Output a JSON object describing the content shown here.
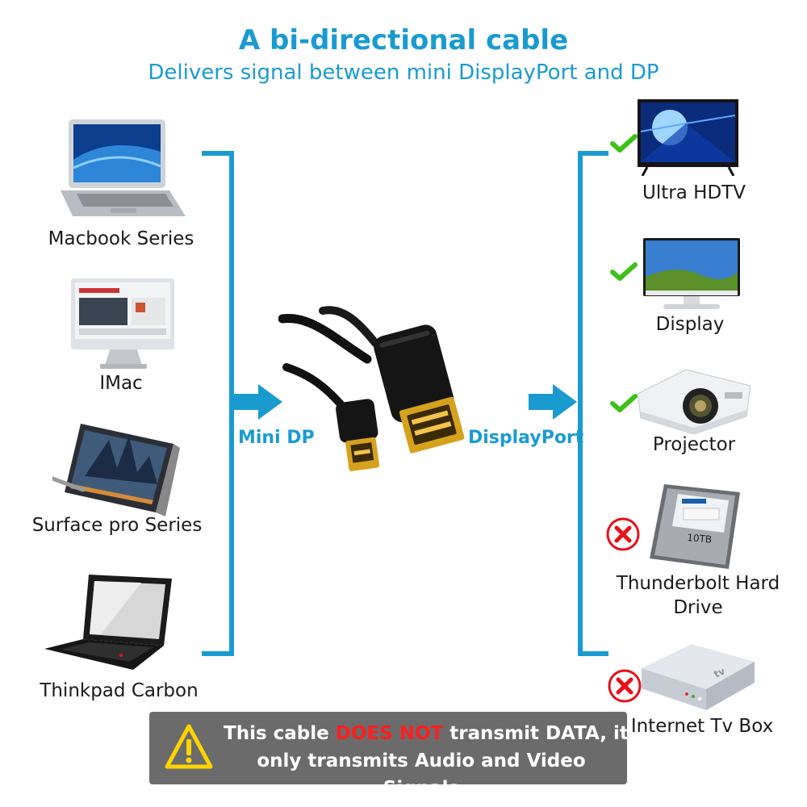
{
  "header": {
    "title": "A bi-directional cable",
    "subtitle": "Delivers signal between mini DisplayPort and DP"
  },
  "left_devices": [
    {
      "label": "Macbook Series",
      "icon": "laptop-icon"
    },
    {
      "label": "IMac",
      "icon": "imac-icon"
    },
    {
      "label": "Surface pro Series",
      "icon": "tablet-icon"
    },
    {
      "label": "Thinkpad Carbon",
      "icon": "laptop-icon"
    }
  ],
  "right_devices": [
    {
      "label": "Ultra HDTV",
      "icon": "tv-icon",
      "supported": true
    },
    {
      "label": "Display",
      "icon": "monitor-icon",
      "supported": true
    },
    {
      "label": "Projector",
      "icon": "projector-icon",
      "supported": true
    },
    {
      "label_line1": "Thunderbolt Hard",
      "label_line2": "Drive",
      "icon": "hard-drive-icon",
      "supported": false
    },
    {
      "label": "Internet Tv Box",
      "icon": "tv-box-icon",
      "supported": false
    }
  ],
  "ports": {
    "left": "Mini DP",
    "right": "DisplayPort"
  },
  "tv_box_logo": "tv",
  "hdd_capacity": "10TB",
  "warning": {
    "line1_pre": "This cable ",
    "line1_red": "DOES NOT",
    "line1_post": " transmit DATA, it",
    "line2": "only transmits Audio and Video Signals",
    "icon": "warning-icon"
  },
  "colors": {
    "accent": "#1a9bd0",
    "check": "#3fc01a",
    "cross": "#e8101a",
    "warning_bg": "#6b6b6b",
    "warning_red": "#ff1e1e",
    "warning_icon": "#ffd400"
  }
}
